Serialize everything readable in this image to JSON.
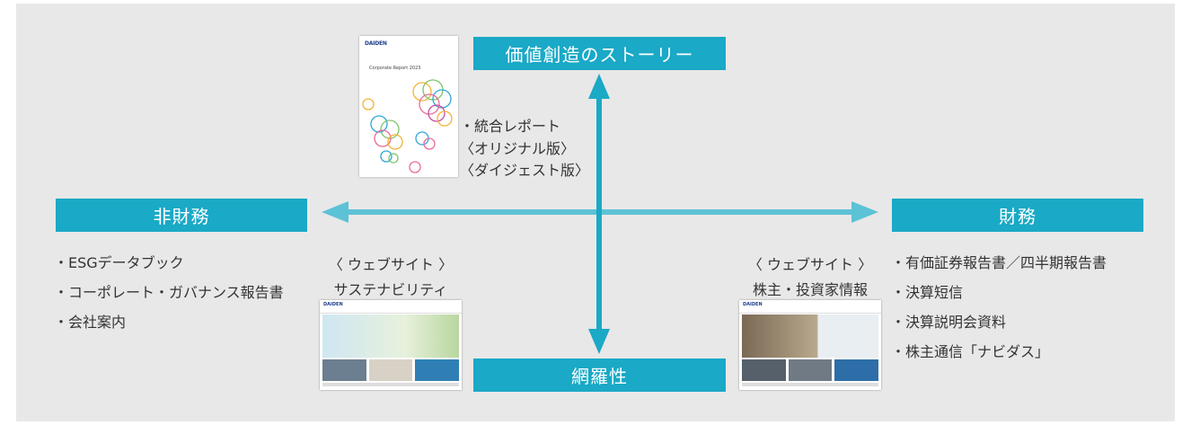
{
  "nodes": {
    "top": "価値創造のストーリー",
    "bottom": "網羅性",
    "left": "非財務",
    "right": "財務"
  },
  "report": {
    "logo": "DAIDEN",
    "cover_title": "Corporate Report 2023",
    "items": [
      "・統合レポート",
      "〈オリジナル版〉",
      "〈ダイジェスト版〉"
    ]
  },
  "left_list": [
    "・ESGデータブック",
    "・コーポレート・ガバナンス報告書",
    "・会社案内"
  ],
  "right_list": [
    "・有価証券報告書／四半期報告書",
    "・決算短信",
    "・決算説明会資料",
    "・株主通信「ナビダス」"
  ],
  "web_sustainability": {
    "line1": "〈 ウェブサイト 〉",
    "line2": "サステナビリティ"
  },
  "web_ir": {
    "line1": "〈 ウェブサイト 〉",
    "line2": "株主・投資家情報"
  },
  "colors": {
    "accent": "#1aa9c6",
    "arrow_horizontal": "#5cc2d6",
    "arrow_vertical": "#1aa9c6",
    "panel": "#e8e8e8"
  }
}
